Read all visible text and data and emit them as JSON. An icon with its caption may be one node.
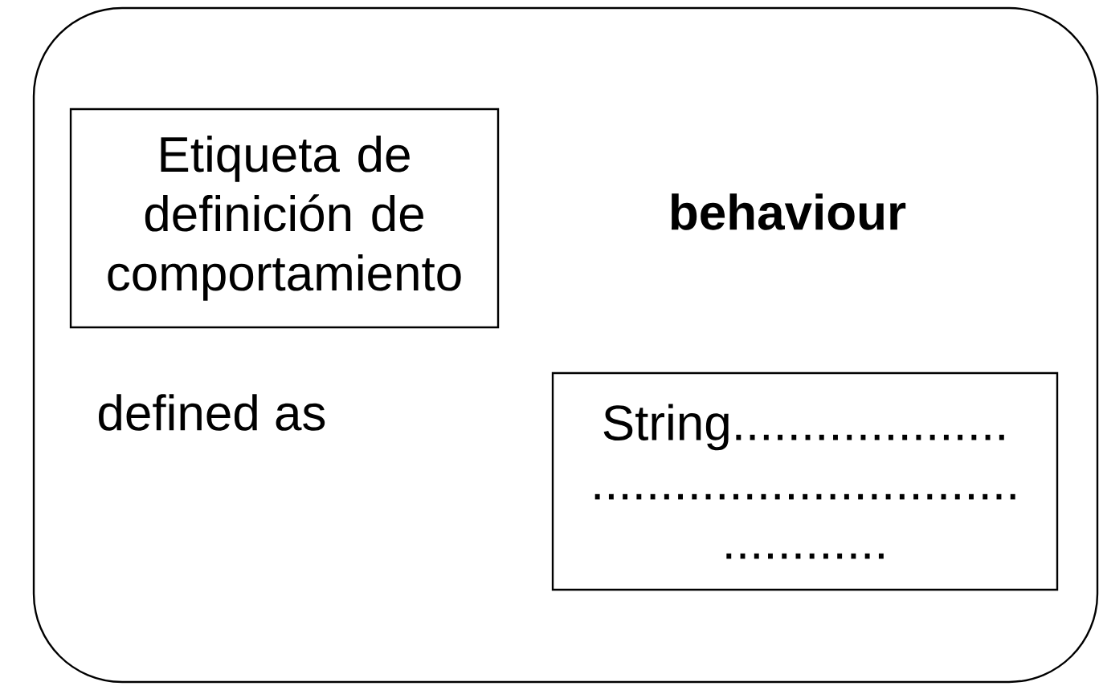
{
  "diagram": {
    "nodes": [
      {
        "text": [
          "behaviour",
          "defined as"
        ]
      },
      {
        "text": [
          "Etiqueta de definición de comportamiento"
        ],
        "in": 0
      },
      {
        "text": [
          "String.................... ............................... ............"
        ],
        "in": 0
      }
    ]
  }
}
